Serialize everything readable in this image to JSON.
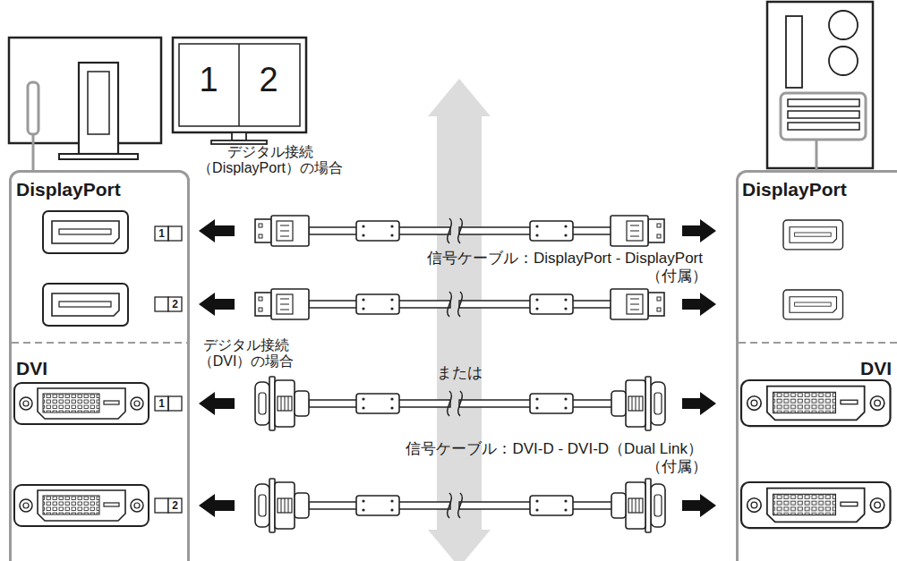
{
  "diagram": {
    "nodes": [
      {
        "text": [
          "DisplayPort",
          "DVI"
        ]
      },
      {
        "text": [
          "DisplayPort",
          "DVI"
        ]
      }
    ],
    "labels": [
      "1",
      "2",
      "デジタル接続 （DisplayPort）の場合",
      "1",
      "信号ケーブル：DisplayPort - DisplayPort",
      "（付属）",
      "2",
      "デジタル接続 （DVI）の場合",
      "または",
      "1",
      "信号ケーブル：DVI-D - DVI-D（Dual Link）",
      "（付属）",
      "2"
    ]
  }
}
